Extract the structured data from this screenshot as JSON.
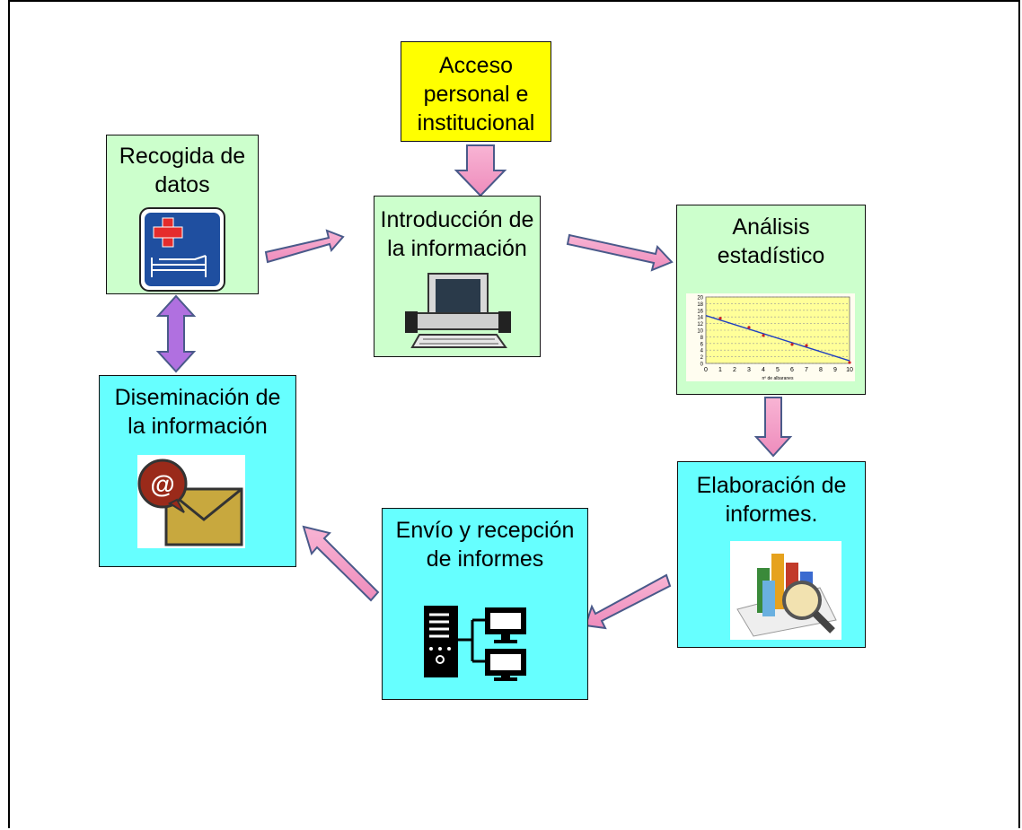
{
  "nodes": {
    "acceso": "Acceso personal e institucional",
    "recogida": "Recogida de datos",
    "introduccion": "Introducción de la información",
    "analisis": "Análisis estadístico",
    "elaboracion": "Elaboración de informes.",
    "envio": "Envío y recepción de informes",
    "diseminacion": "Diseminación de la información"
  },
  "mini_chart": {
    "y_ticks": [
      "20",
      "18",
      "16",
      "14",
      "12",
      "10",
      "8",
      "6",
      "4",
      "2",
      "0"
    ],
    "x_ticks": [
      "0",
      "1",
      "2",
      "3",
      "4",
      "5",
      "6",
      "7",
      "8",
      "9",
      "10"
    ],
    "xlabel": "nº de albaranes"
  },
  "icons": {
    "hospital_bed": "hospital-bed-icon",
    "computer": "computer-icon",
    "email": "email-icon",
    "network": "server-network-icon",
    "report_chart": "report-chart-icon"
  },
  "colors": {
    "green_box": "#ccffcc",
    "cyan_box": "#66ffff",
    "yellow_box": "#ffff00",
    "pink_arrow": "#f4a0c8",
    "purple_arrow": "#b070e0",
    "arrow_outline": "#4a5a8a"
  }
}
